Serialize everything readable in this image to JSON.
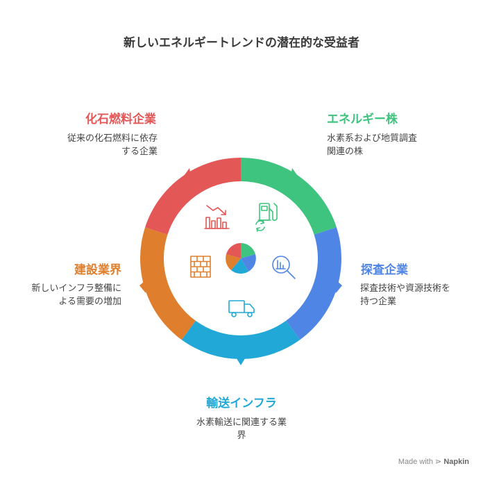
{
  "title": "新しいエネルギートレンドの潜在的な受益者",
  "colors": {
    "fossil": "#e35757",
    "energy": "#3ec47e",
    "exploration": "#4f86e6",
    "transport": "#21a8d6",
    "construction": "#df7f2d"
  },
  "segments": {
    "fossil": {
      "heading": "化石燃料企業",
      "desc_lines": [
        "従来の化石燃料に依存",
        "する企業"
      ],
      "icon": "declining-chart-icon"
    },
    "energy": {
      "heading": "エネルギー株",
      "desc_lines": [
        "水素系および地質調査",
        "関連の株"
      ],
      "icon": "fuel-pump-icon"
    },
    "exploration": {
      "heading": "探査企業",
      "desc_lines": [
        "探査技術や資源技術を",
        "持つ企業"
      ],
      "icon": "search-chart-icon"
    },
    "transport": {
      "heading": "輸送インフラ",
      "desc_lines": [
        "水素輸送に関連する業",
        "界"
      ],
      "icon": "truck-icon"
    },
    "construction": {
      "heading": "建設業界",
      "desc_lines": [
        "新しいインフラ整備に",
        "よる需要の増加"
      ],
      "icon": "brick-wall-icon"
    }
  },
  "center_icon": "pie-chart-icon",
  "footer": {
    "prefix": "Made with",
    "brand": "Napkin"
  }
}
